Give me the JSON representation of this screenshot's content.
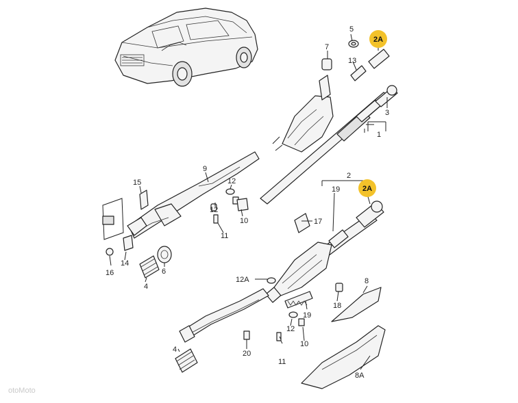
{
  "callouts": {
    "c1": "1",
    "c2": "2",
    "c2a_top": "2A",
    "c2a_mid": "2A",
    "c3": "3",
    "c4_top": "4",
    "c4_bot": "4",
    "c5": "5",
    "c6": "6",
    "c7": "7",
    "c8": "8",
    "c8a": "8A",
    "c9": "9",
    "c10_top": "10",
    "c10_bot": "10",
    "c11_top": "11",
    "c11_bot": "11",
    "c12_top": "12",
    "c12_bot": "12",
    "c12_mid": "12",
    "c12a": "12A",
    "c13": "13",
    "c14": "14",
    "c15": "15",
    "c16": "16",
    "c17": "17",
    "c18": "18",
    "c19_top": "19",
    "c19_bot": "19",
    "c20": "20"
  },
  "highlight_color": "#f3c22a",
  "watermark": "otoMoto"
}
